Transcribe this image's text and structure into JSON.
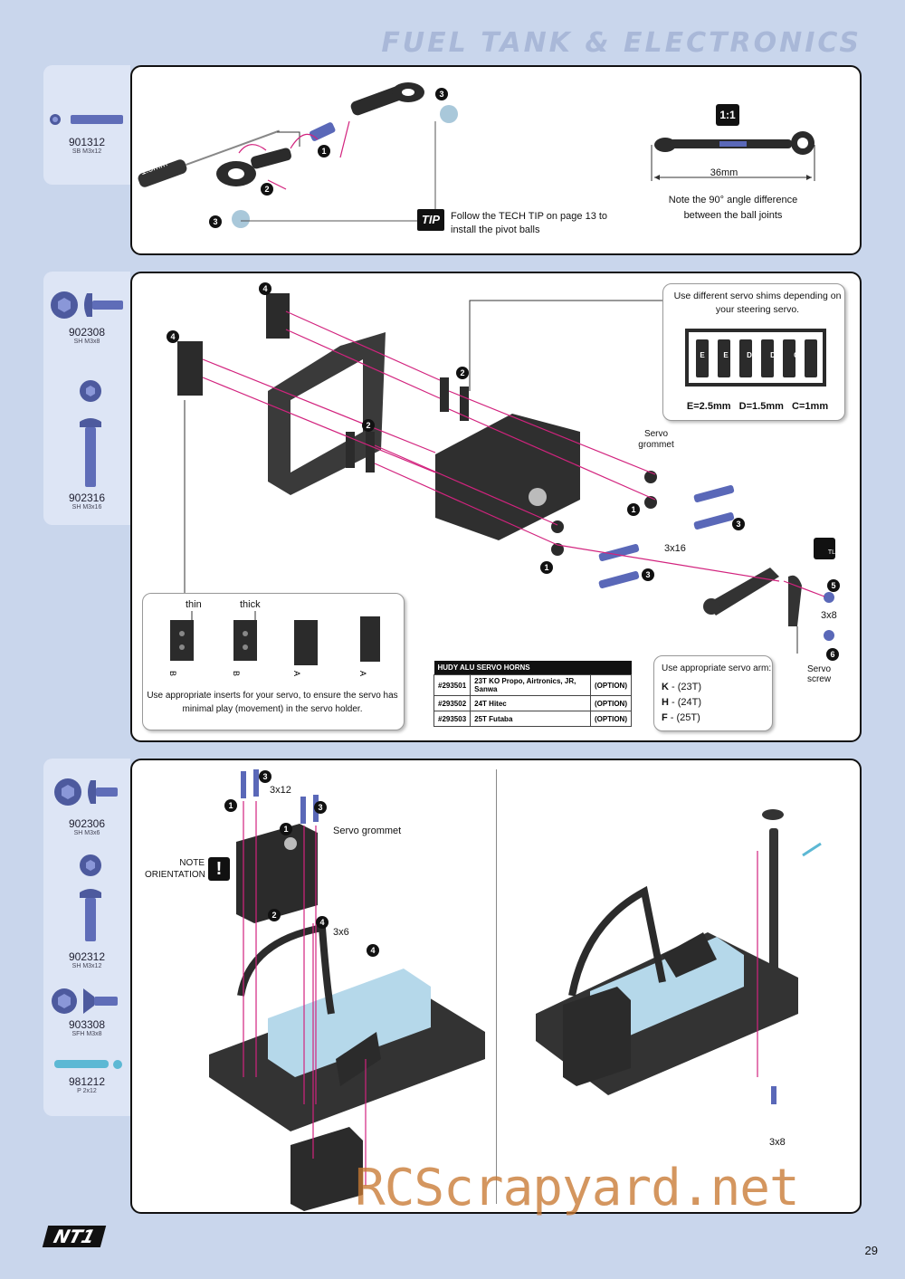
{
  "header": {
    "title": "FUEL TANK & ELECTRONICS"
  },
  "panel1": {
    "part": {
      "code": "901312",
      "desc": "SB M3x12"
    },
    "tool": "1.5mm",
    "tip_text": [
      "Follow the TECH TIP on page 13 to",
      "install the pivot balls"
    ],
    "tip_badge": "TIP",
    "scale": "1:1",
    "length": "36mm",
    "note": [
      "Note the 90° angle difference",
      "between the ball joints"
    ]
  },
  "panel2": {
    "parts": [
      {
        "code": "902308",
        "desc": "SH M3x8"
      },
      {
        "code": "902316",
        "desc": "SH M3x16"
      }
    ],
    "shim_note": [
      "Use different servo shims depending on",
      "your steering servo."
    ],
    "shim_letters": [
      "E",
      "E",
      "D",
      "D",
      "C",
      "C"
    ],
    "shim_sizes": "E=2.5mm   D=1.5mm   C=1mm",
    "servo_grommet": [
      "Servo",
      "grommet"
    ],
    "size_3x16": "3x16",
    "size_3x8": "3x8",
    "servo_screw": [
      "Servo",
      "screw"
    ],
    "insert_thin": "thin",
    "insert_thick": "thick",
    "insert_labels": [
      "B",
      "B",
      "A",
      "A"
    ],
    "insert_note": [
      "Use appropriate inserts for your servo, to ensure the servo has",
      "minimal play (movement) in the servo holder."
    ],
    "horns": {
      "title": "HUDY ALU SERVO HORNS",
      "rows": [
        {
          "code": "#293501",
          "name": "23T KO Propo, Airtronics, JR, Sanwa",
          "opt": "(OPTION)"
        },
        {
          "code": "#293502",
          "name": "24T Hitec",
          "opt": "(OPTION)"
        },
        {
          "code": "#293503",
          "name": "25T Futaba",
          "opt": "(OPTION)"
        }
      ]
    },
    "arm_title": "Use appropriate servo arm:",
    "arms": [
      {
        "k": "K",
        "v": " - (23T)"
      },
      {
        "k": "H",
        "v": " - (24T)"
      },
      {
        "k": "F",
        "v": " - (25T)"
      }
    ]
  },
  "panel3": {
    "parts": [
      {
        "code": "902306",
        "desc": "SH M3x6"
      },
      {
        "code": "902312",
        "desc": "SH M3x12"
      },
      {
        "code": "903308",
        "desc": "SFH M3x8"
      },
      {
        "code": "981212",
        "desc": "P 2x12"
      }
    ],
    "size_3x12": "3x12",
    "servo_grommet": "Servo grommet",
    "note": [
      "NOTE",
      "ORIENTATION"
    ],
    "size_3x6": "3x6",
    "size_3x8": "3x8"
  },
  "footer": {
    "logo": "NT1",
    "page": "29"
  },
  "watermark": "RCScrapyard.net",
  "step_nums": {
    "n1": "1",
    "n2": "2",
    "n3": "3",
    "n4": "4",
    "n5": "5",
    "n6": "6"
  }
}
